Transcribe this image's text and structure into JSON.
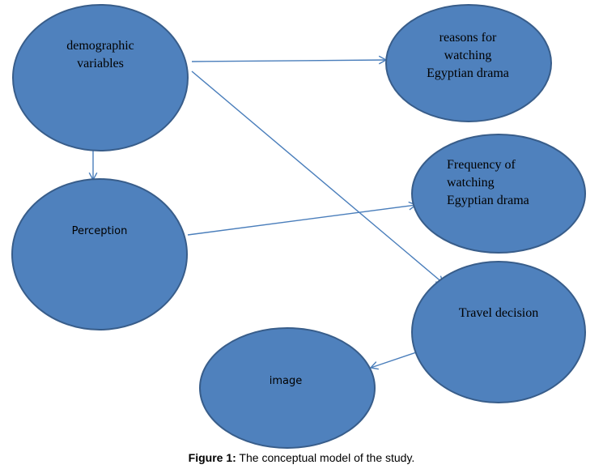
{
  "figure": {
    "caption_label": "Figure 1:",
    "caption_text": " The conceptual model of the study.",
    "colors": {
      "node_fill": "#4f81bd",
      "node_stroke": "#385d8a",
      "edge": "#4a7ebb",
      "text": "#000000",
      "background": "#ffffff"
    }
  },
  "nodes": [
    {
      "id": "demographic",
      "lines": [
        "demographic",
        "variables"
      ]
    },
    {
      "id": "reasons",
      "lines": [
        "reasons for",
        "watching",
        "Egyptian drama"
      ]
    },
    {
      "id": "frequency",
      "lines": [
        "Frequency of",
        "watching",
        "Egyptian drama"
      ]
    },
    {
      "id": "perception",
      "lines": [
        "Perception"
      ]
    },
    {
      "id": "travel",
      "lines": [
        "Travel decision"
      ]
    },
    {
      "id": "image",
      "lines": [
        "image"
      ]
    }
  ],
  "edges": [
    {
      "from": "demographic",
      "to": "reasons"
    },
    {
      "from": "demographic",
      "to": "travel"
    },
    {
      "from": "demographic",
      "to": "perception"
    },
    {
      "from": "perception",
      "to": "frequency"
    },
    {
      "from": "travel",
      "to": "image"
    }
  ]
}
